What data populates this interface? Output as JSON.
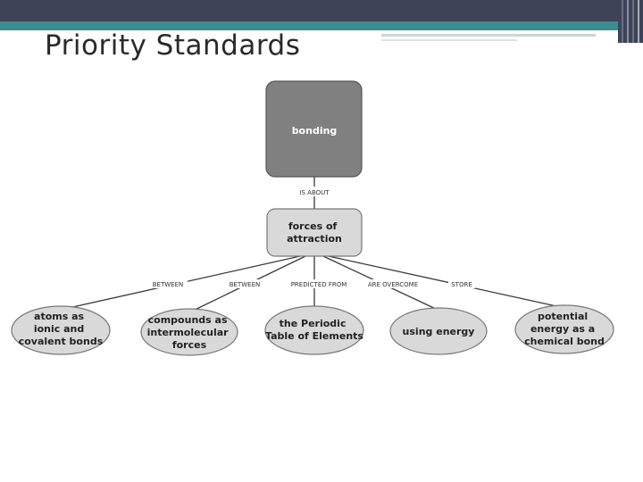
{
  "title": "Priority Standards",
  "concept_map": {
    "root": "bonding",
    "root_link": "IS ABOUT",
    "hub": [
      "forces of",
      "attraction"
    ],
    "links": [
      "BETWEEN",
      "BETWEEN",
      "PREDICTED FROM",
      "ARE OVERCOME",
      "STORE"
    ],
    "leaves": [
      [
        "atoms as",
        "ionic and",
        "covalent bonds"
      ],
      [
        "compounds as",
        "intermolecular",
        "forces"
      ],
      [
        "the Periodic",
        "Table of Elements"
      ],
      [
        "using energy"
      ],
      [
        "potential",
        "energy as a",
        "chemical bond"
      ]
    ]
  },
  "colors": {
    "header_band": "#3e4357",
    "accent_band": "#3f8c8c",
    "root_fill": "#808080",
    "node_fill": "#d9d9d9"
  }
}
